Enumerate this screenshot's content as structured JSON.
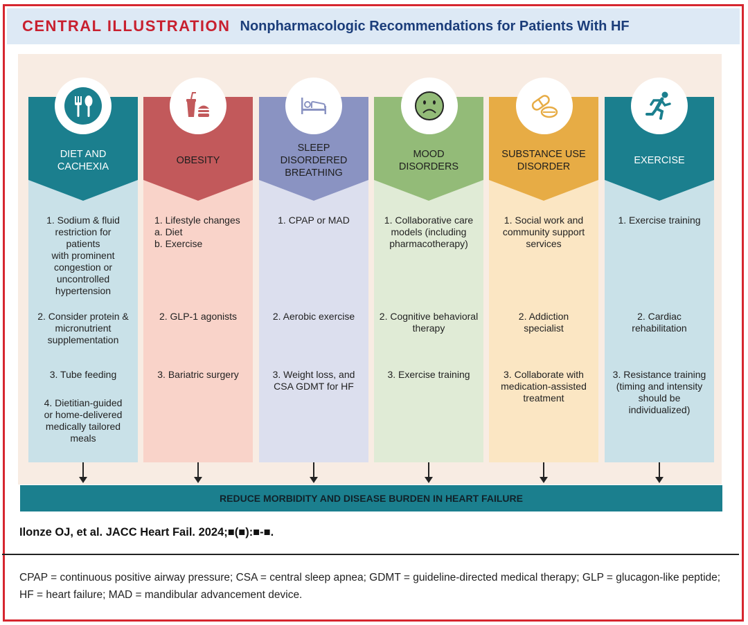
{
  "header": {
    "label": "CENTRAL ILLUSTRATION",
    "title": "Nonpharmacologic Recommendations for Patients With HF"
  },
  "colors": {
    "frame": "#d6262f",
    "teal": "#1b7f8e",
    "red": "#c2595b",
    "purple": "#8a93c2",
    "green": "#93bb78",
    "orange": "#e7ac45"
  },
  "columns": [
    {
      "icon": "fork-spoon-icon",
      "title": "DIET AND\nCACHEXIA",
      "items": [
        "1. Sodium & fluid\nrestriction for\npatients\nwith prominent\ncongestion or\nuncontrolled\nhypertension",
        "2. Consider protein &\nmicronutrient\nsupplementation",
        "3. Tube feeding",
        "4. Dietitian-guided\nor home-delivered\nmedically tailored\nmeals"
      ]
    },
    {
      "icon": "fast-food-icon",
      "title": "OBESITY",
      "items": [
        "1. Lifestyle changes\n   a. Diet\n   b. Exercise",
        "2. GLP-1 agonists",
        "3. Bariatric surgery"
      ]
    },
    {
      "icon": "bed-icon",
      "title": "SLEEP\nDISORDERED\nBREATHING",
      "items": [
        "1. CPAP or MAD",
        "2. Aerobic exercise",
        "3. Weight loss, and\nCSA GDMT for HF"
      ]
    },
    {
      "icon": "sad-face-icon",
      "title": "MOOD\nDISORDERS",
      "items": [
        "1. Collaborative care\nmodels (including\npharmacotherapy)",
        "2. Cognitive behavioral\ntherapy",
        "3. Exercise training"
      ]
    },
    {
      "icon": "pills-icon",
      "title": "SUBSTANCE USE\nDISORDER",
      "items": [
        "1. Social work and\ncommunity support\nservices",
        "2. Addiction\nspecialist",
        "3. Collaborate with\nmedication-assisted\ntreatment"
      ]
    },
    {
      "icon": "runner-icon",
      "title": "EXERCISE",
      "items": [
        "1. Exercise training",
        "2. Cardiac\nrehabilitation",
        "3. Resistance training\n(timing and intensity\nshould be\nindividualized)"
      ]
    }
  ],
  "outcome": "REDUCE MORBIDITY AND DISEASE BURDEN IN HEART FAILURE",
  "citation": "Ilonze OJ, et al. JACC Heart Fail. 2024;■(■):■-■.",
  "footnote": "CPAP = continuous positive airway pressure; CSA = central sleep apnea; GDMT = guideline-directed medical therapy; GLP = glucagon-like peptide; HF = heart failure; MAD = mandibular advancement device."
}
